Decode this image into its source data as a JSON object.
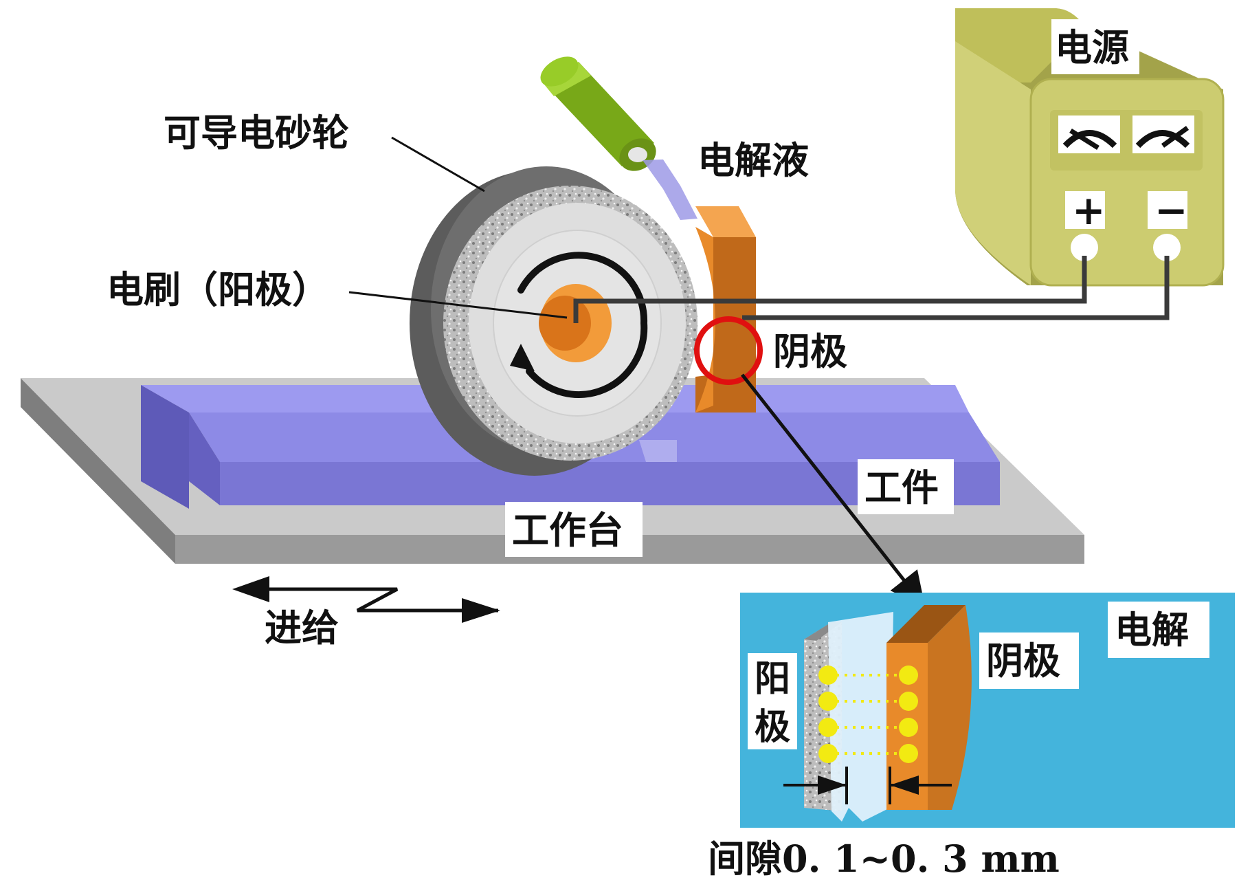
{
  "labels": {
    "wheel": "可导电砂轮",
    "electrolyte": "电解液",
    "brush": "电刷（阳极）",
    "cathode": "阴极",
    "workpiece": "工件",
    "table": "工作台",
    "feed": "进给",
    "power": "电源",
    "plus": "+",
    "minus": "−",
    "inset_anode_1": "阳",
    "inset_anode_2": "极",
    "inset_cathode": "阴极",
    "inset_electrolysis": "电解",
    "gap": "间隙0. 1~0. 3 mm"
  },
  "colors": {
    "background": "#ffffff",
    "table": "#c4c4c4",
    "rail": "#8a86e0",
    "wheel_outer": "#5a5a5a",
    "wheel_grit": "#b9b9b9",
    "wheel_face": "#dedede",
    "hub": "#e8861f",
    "cathode": "#e88a2a",
    "nozzle": "#8ec21e",
    "power_box": "#cccc70",
    "inset_bg": "#44b4dc",
    "ion": "#f2ea12",
    "highlight": "#e01010"
  }
}
